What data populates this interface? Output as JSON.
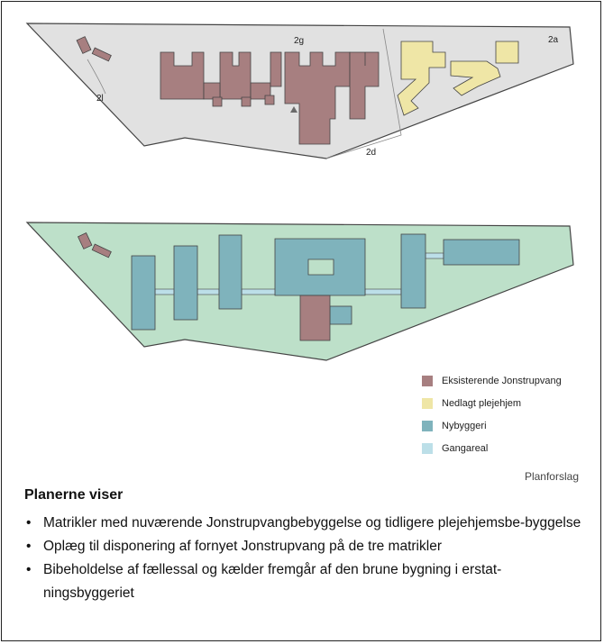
{
  "plot_labels": {
    "existing": [
      "2g",
      "2a",
      "2l",
      "2d"
    ]
  },
  "legend": [
    {
      "label": "Eksisterende Jonstrupvang",
      "color": "#a77f80",
      "icon": "square-swatch"
    },
    {
      "label": "Nedlagt plejehjem",
      "color": "#efe6a6",
      "icon": "square-swatch"
    },
    {
      "label": "Nybyggeri",
      "color": "#7fb3bc",
      "icon": "square-swatch"
    },
    {
      "label": "Gangareal",
      "color": "#bcdfe8",
      "icon": "square-swatch"
    }
  ],
  "colors": {
    "plot_existing": "#e1e1e1",
    "plot_new": "#bde0c9",
    "outline": "#444444"
  },
  "caption": "Planforslag",
  "heading": "Planerne viser",
  "bullets": [
    "Matrikler med nuværende Jonstrupvangbebyggelse og tidligere plejehjemsbe-byggelse",
    "Oplæg til disponering af fornyet Jonstrupvang på de tre matrikler",
    "Bibeholdelse af fællessal og kælder fremgår af den brune bygning i erstat-ningsbyggeriet"
  ]
}
